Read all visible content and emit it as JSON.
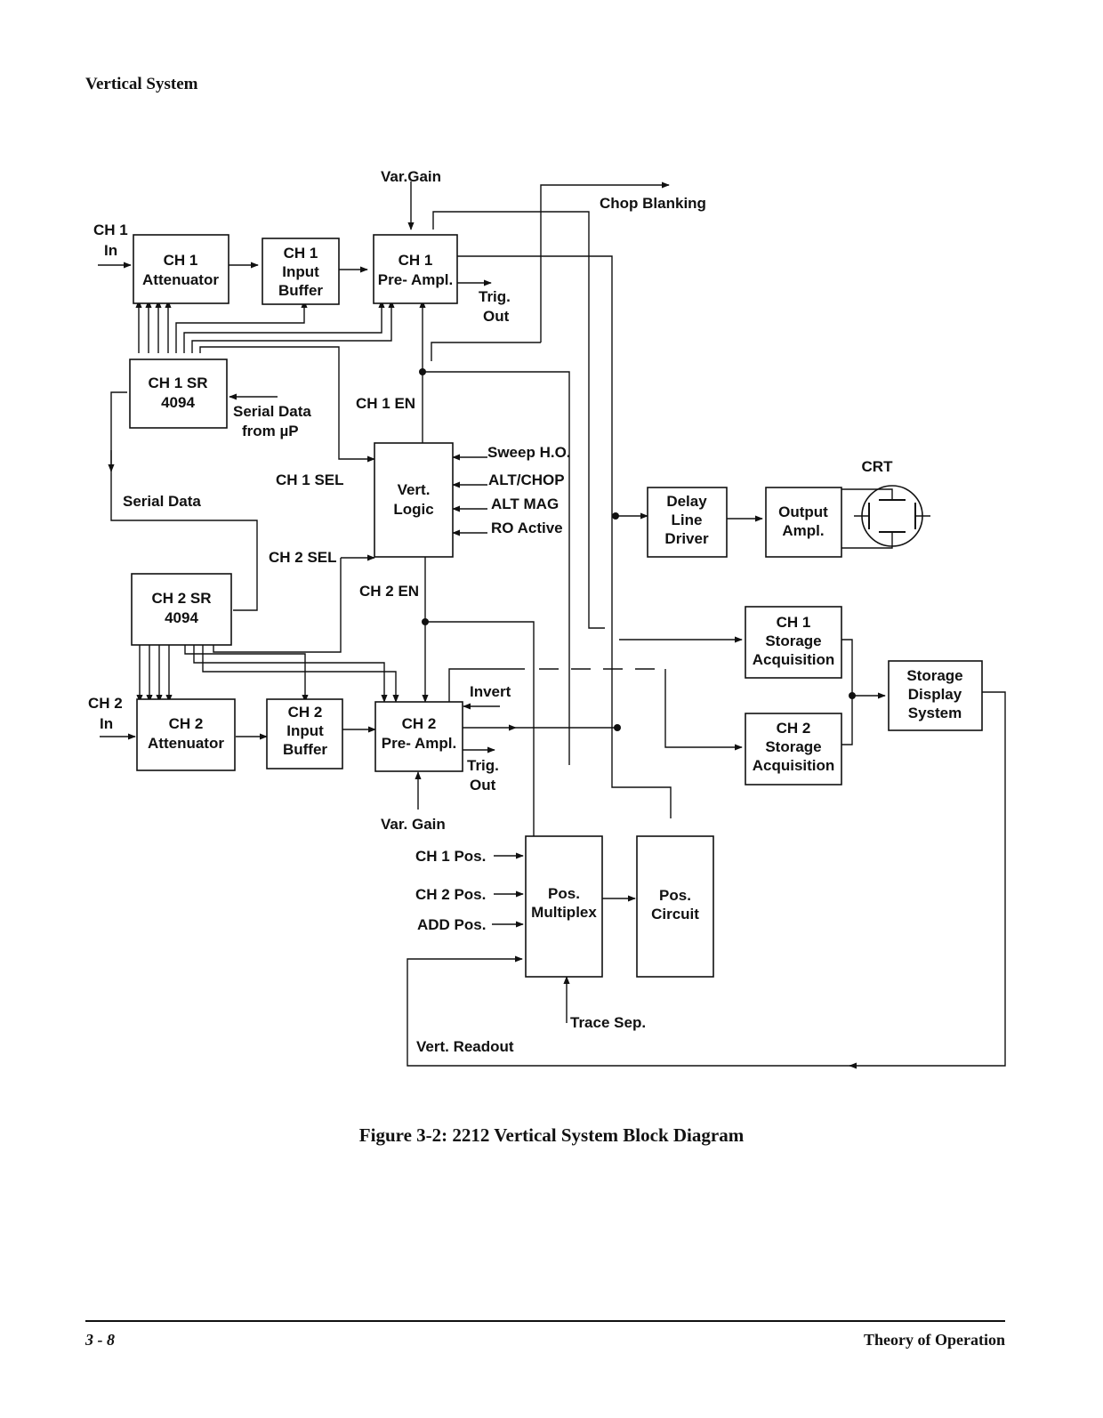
{
  "header": {
    "section_title": "Vertical System"
  },
  "blocks": {
    "ch1_attenuator": [
      "CH 1",
      "Attenuator"
    ],
    "ch1_input_buffer": [
      "CH 1",
      "Input",
      "Buffer"
    ],
    "ch1_preamp": [
      "CH 1",
      "Pre- Ampl."
    ],
    "ch1_sr": [
      "CH 1 SR",
      "4094"
    ],
    "vert_logic": [
      "Vert.",
      "Logic"
    ],
    "ch2_sr": [
      "CH 2 SR",
      "4094"
    ],
    "ch2_attenuator": [
      "CH 2",
      "Attenuator"
    ],
    "ch2_input_buffer": [
      "CH 2",
      "Input",
      "Buffer"
    ],
    "ch2_preamp": [
      "CH 2",
      "Pre- Ampl."
    ],
    "delay_line_driver": [
      "Delay",
      "Line",
      "Driver"
    ],
    "output_ampl": [
      "Output",
      "Ampl."
    ],
    "ch1_storage_acq": [
      "CH 1",
      "Storage",
      "Acquisition"
    ],
    "ch2_storage_acq": [
      "CH 2",
      "Storage",
      "Acquisition"
    ],
    "storage_display": [
      "Storage",
      "Display",
      "System"
    ],
    "pos_multiplex": [
      "Pos.",
      "Multiplex"
    ],
    "pos_circuit": [
      "Pos.",
      "Circuit"
    ]
  },
  "labels": {
    "ch1_in": [
      "CH 1",
      "In"
    ],
    "ch2_in": [
      "CH 2",
      "In"
    ],
    "var_gain_top": "Var.Gain",
    "chop_blanking": "Chop Blanking",
    "trig_out_1": [
      "Trig.",
      "Out"
    ],
    "trig_out_2": [
      "Trig.",
      "Out"
    ],
    "serial_data_from_up": [
      "Serial Data",
      "from µP"
    ],
    "ch1_en": "CH 1 EN",
    "ch1_sel": "CH 1 SEL",
    "ch2_sel": "CH 2 SEL",
    "ch2_en": "CH 2 EN",
    "serial_data": "Serial Data",
    "sweep_ho": "Sweep H.O.",
    "alt_chop": "ALT/CHOP",
    "alt_mag": "ALT MAG",
    "ro_active": "RO Active",
    "crt": "CRT",
    "invert": "Invert",
    "var_gain_bottom": "Var. Gain",
    "ch1_pos": "CH 1 Pos.",
    "ch2_pos": "CH 2 Pos.",
    "add_pos": "ADD Pos.",
    "trace_sep": "Trace Sep.",
    "vert_readout": "Vert. Readout"
  },
  "caption": "Figure 3-2:  2212 Vertical System Block Diagram",
  "footer": {
    "page_number": "3 - 8",
    "section": "Theory of Operation"
  }
}
